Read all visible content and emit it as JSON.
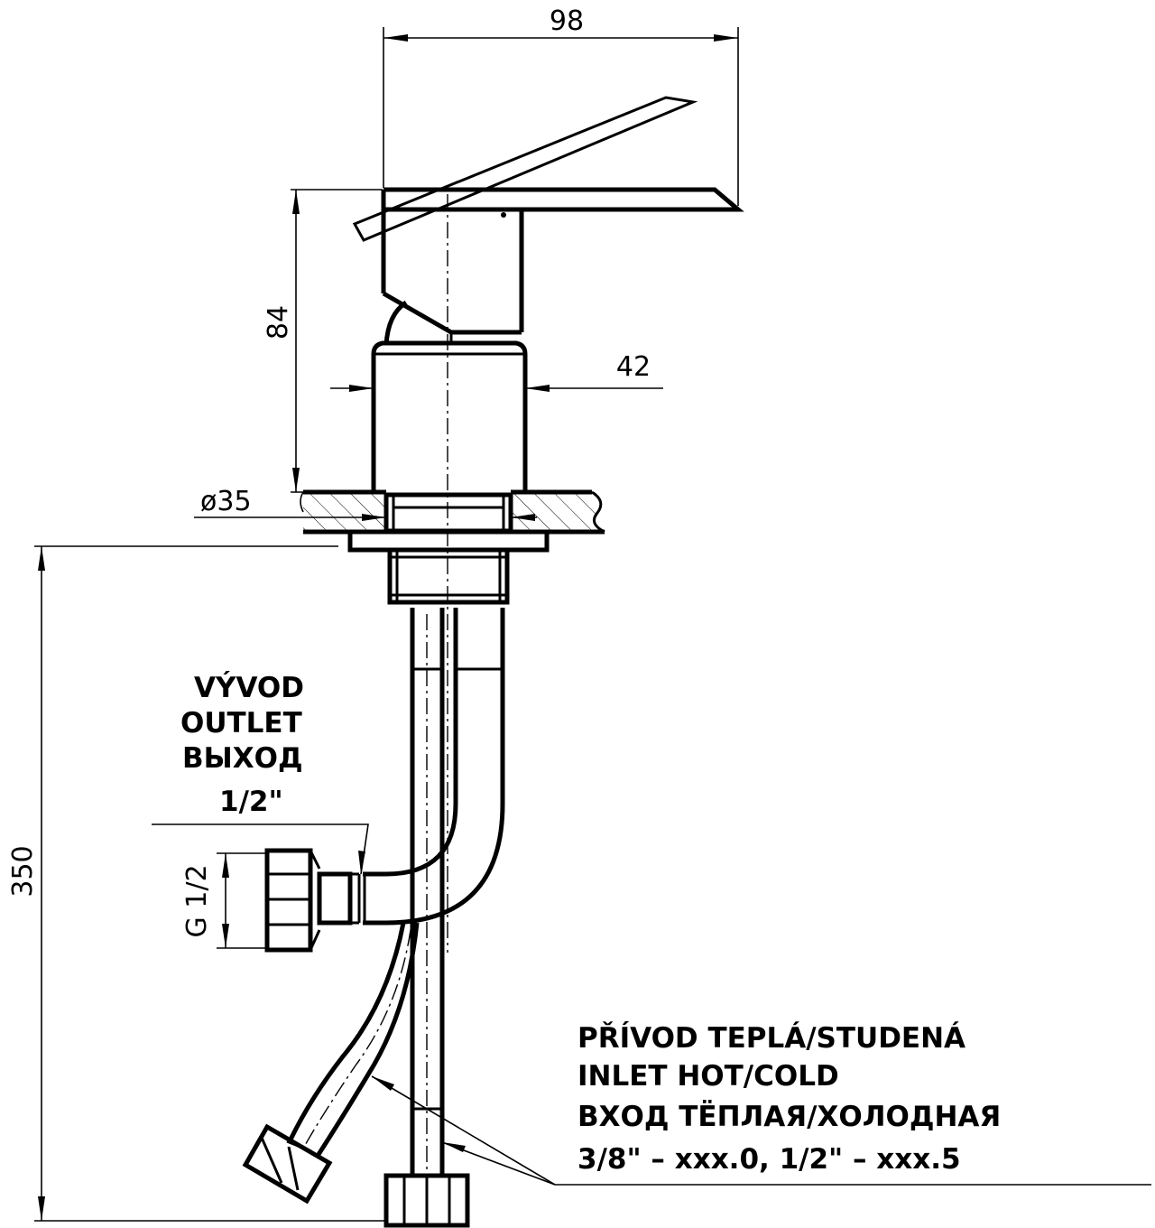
{
  "dimensions": {
    "width": "98",
    "height": "84",
    "body_diameter": "42",
    "hole_diameter": "ø35",
    "hose_length": "350",
    "thread": "G 1/2"
  },
  "outlet": {
    "line1": "VÝVOD",
    "line2": "OUTLET",
    "line3": "ВЫХОД",
    "line4": "1/2\""
  },
  "inlet": {
    "line1": "PŘÍVOD TEPLÁ/STUDENÁ",
    "line2": "INLET HOT/COLD",
    "line3": "ВХОД ТЁПЛАЯ/ХОЛОДНАЯ",
    "line4": "3/8\" – xxx.0, 1/2\" – xxx.5"
  }
}
